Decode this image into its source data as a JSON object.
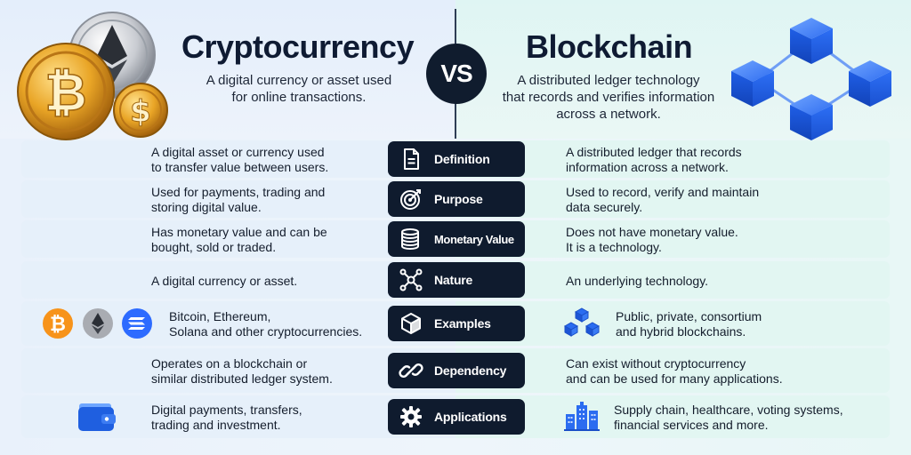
{
  "header": {
    "left_title": "Cryptocurrency",
    "left_subtitle_line1": "A digital currency or asset used",
    "left_subtitle_line2": "for online transactions.",
    "vs": "VS",
    "right_title": "Blockchain",
    "right_subtitle_line1": "A distributed ledger technology",
    "right_subtitle_line2": "that records and verifies information",
    "right_subtitle_line3": "across a network."
  },
  "rows": [
    {
      "label": "Definition",
      "icon": "document-icon",
      "left": [
        "A digital asset or currency used",
        "to transfer value between users."
      ],
      "right": [
        "A distributed ledger that records",
        "information across a network."
      ]
    },
    {
      "label": "Purpose",
      "icon": "target-icon",
      "left": [
        "Used for payments, trading and",
        "storing digital value."
      ],
      "right": [
        "Used to record, verify and maintain",
        "data securely."
      ]
    },
    {
      "label": "Monetary Value",
      "icon": "coin-stack-icon",
      "left": [
        "Has monetary value and can be",
        "bought, sold or traded."
      ],
      "right": [
        "Does not have monetary value.",
        "It is a technology."
      ]
    },
    {
      "label": "Nature",
      "icon": "network-nodes-icon",
      "left": [
        "A digital currency or asset."
      ],
      "right": [
        "An underlying technology."
      ]
    },
    {
      "label": "Examples",
      "icon": "cube-icon",
      "left": [
        "Bitcoin, Ethereum,",
        "Solana and other cryptocurrencies."
      ],
      "right": [
        "Public, private, consortium",
        "and hybrid blockchains."
      ]
    },
    {
      "label": "Dependency",
      "icon": "chain-link-icon",
      "left": [
        "Operates on a blockchain or",
        "similar distributed ledger system."
      ],
      "right": [
        "Can exist without cryptocurrency",
        "and can be used for many applications."
      ]
    },
    {
      "label": "Applications",
      "icon": "gear-icon",
      "left": [
        "Digital payments, transfers,",
        "trading and investment."
      ],
      "right": [
        "Supply chain, healthcare, voting systems,",
        "financial services and more."
      ]
    }
  ],
  "colors": {
    "dark_navy": "#0f1b2e",
    "bitcoin_orange": "#f7931a",
    "ethereum_gray": "#8c8c8c",
    "solana_blue": "#2d6bff",
    "blockchain_blue": "#1f5fe0"
  }
}
